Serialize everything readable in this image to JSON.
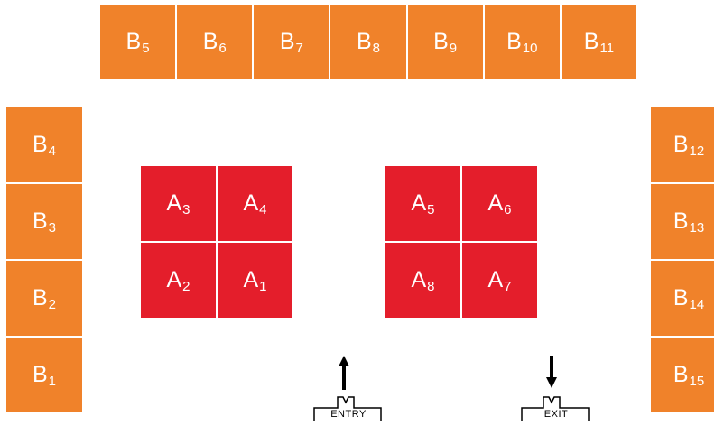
{
  "b_top": [
    {
      "main": "B",
      "sub": "5"
    },
    {
      "main": "B",
      "sub": "6"
    },
    {
      "main": "B",
      "sub": "7"
    },
    {
      "main": "B",
      "sub": "8"
    },
    {
      "main": "B",
      "sub": "9"
    },
    {
      "main": "B",
      "sub": "10"
    },
    {
      "main": "B",
      "sub": "11"
    }
  ],
  "b_left": [
    {
      "main": "B",
      "sub": "4"
    },
    {
      "main": "B",
      "sub": "3"
    },
    {
      "main": "B",
      "sub": "2"
    },
    {
      "main": "B",
      "sub": "1"
    }
  ],
  "b_right": [
    {
      "main": "B",
      "sub": "12"
    },
    {
      "main": "B",
      "sub": "13"
    },
    {
      "main": "B",
      "sub": "14"
    },
    {
      "main": "B",
      "sub": "15"
    }
  ],
  "a_left": [
    {
      "main": "A",
      "sub": "3"
    },
    {
      "main": "A",
      "sub": "4"
    },
    {
      "main": "A",
      "sub": "2"
    },
    {
      "main": "A",
      "sub": "1"
    }
  ],
  "a_right": [
    {
      "main": "A",
      "sub": "5"
    },
    {
      "main": "A",
      "sub": "6"
    },
    {
      "main": "A",
      "sub": "8"
    },
    {
      "main": "A",
      "sub": "7"
    }
  ],
  "entry": {
    "label": "ENTRY"
  },
  "exit": {
    "label": "EXIT"
  },
  "colors": {
    "b_block": "#F0822A",
    "a_block": "#E41E2B",
    "text": "#FFFFFF"
  }
}
